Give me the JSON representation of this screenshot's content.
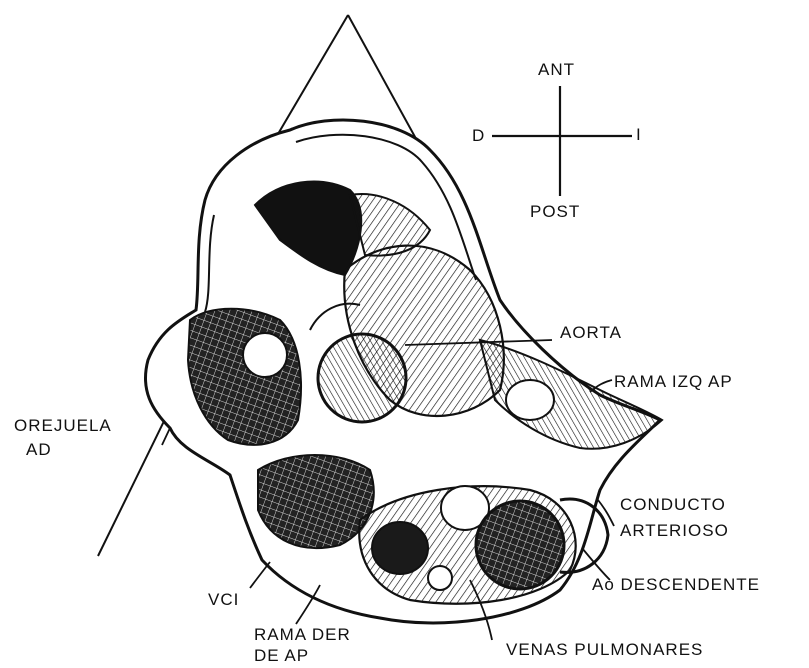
{
  "orientation": {
    "ant": "ANT",
    "post": "POST",
    "d": "D",
    "i": "I"
  },
  "labels": {
    "aorta": "AORTA",
    "rama_izq_ap": "RAMA IZQ AP",
    "orejuela_line1": "OREJUELA",
    "orejuela_line2": "AD",
    "conducto_line1": "CONDUCTO",
    "conducto_line2": "ARTERIOSO",
    "ao_descendente": "Ao DESCENDENTE",
    "vci": "VCI",
    "rama_der_line1": "RAMA DER",
    "rama_der_line2": "DE AP",
    "venas_pulmonares": "VENAS PULMONARES"
  },
  "colors": {
    "ink": "#111111",
    "paper": "#ffffff"
  }
}
